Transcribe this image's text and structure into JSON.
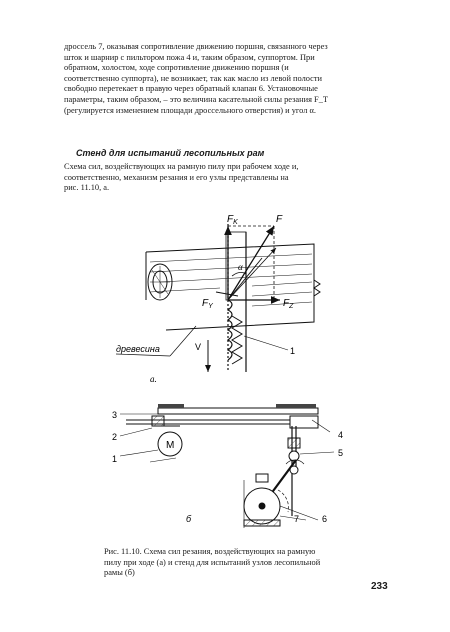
{
  "paragraph1": [
    "дроссель 7, оказывая сопротивление движению поршня, связанного через",
    "шток и шарнир с пильтором пожа 4 и, таким образом, суппортом. При",
    "обратном, холостом, ходе сопротивление движению поршня (и",
    "соответственно суппорта), не возникает, так как масло из левой полости",
    "свободно перетекает в правую через обратный клапан 6. Установочные",
    "параметры, таким образом, – это величина касательной силы резания F_T",
    "(регулируется изменением площади дроссельного отверстия) и угол α."
  ],
  "heading": "Стенд для испытаний лесопильных рам",
  "paragraph2": [
    "Схема сил, воздействующих на рамную пилу при рабочем ходе и,",
    "соответственно, механизм резания и его узлы представлены на",
    "рис. 11.10, а."
  ],
  "figure_a": {
    "labels": {
      "fk": "F",
      "fk_sub": "K",
      "f": "F",
      "alpha": "α",
      "fy": "F",
      "fy_sub": "Y",
      "fz": "F",
      "fz_sub": "Z",
      "v": "V",
      "one": "1",
      "wood": "древесина",
      "sublabel": "а."
    }
  },
  "figure_b": {
    "labels": {
      "n3": "3",
      "n2": "2",
      "n1": "1",
      "motor": "M",
      "n4": "4",
      "n5": "5",
      "n6": "6",
      "n7": "7",
      "sublabel": "б"
    }
  },
  "caption": [
    "Рис. 11.10. Схема сил резания, воздействующих на рамную",
    "пилу при ходе (а) и стенд для испытаний узлов лесопильной",
    "рамы (б)"
  ],
  "page_number": "233"
}
